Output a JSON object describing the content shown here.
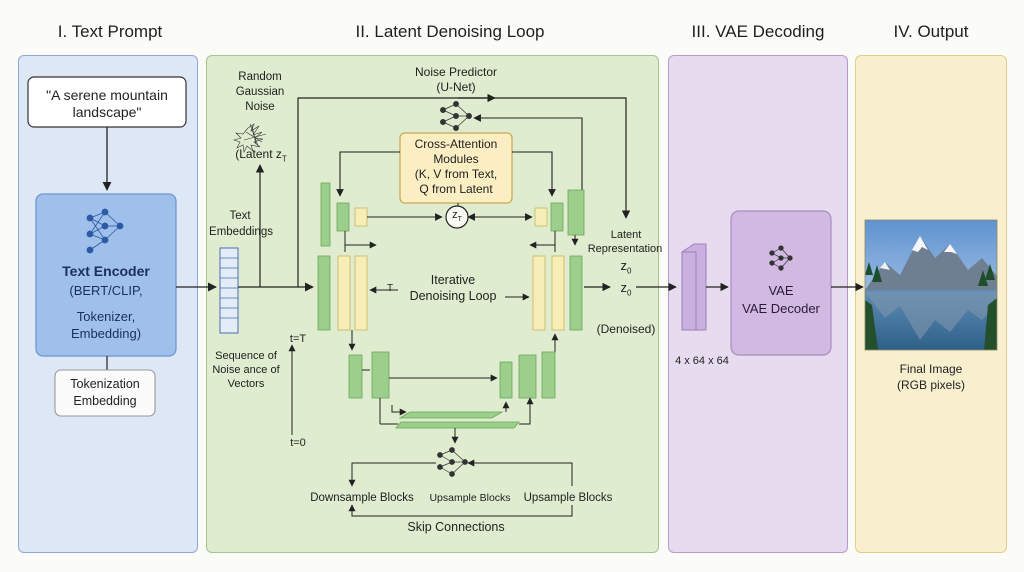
{
  "sections": {
    "text_prompt": "I. Text Prompt",
    "denoising": "II. Latent Denoising Loop",
    "vae": "III. VAE Decoding",
    "output": "IV. Output"
  },
  "text_prompt": {
    "prompt_line1": "\"A serene mountain",
    "prompt_line2": "landscape\"",
    "encoder_title": "Text Encoder",
    "encoder_line1": "(BERT/CLIP,",
    "encoder_line2": "Tokenizer,",
    "encoder_line3": "Embedding)",
    "tokenization_line1": "Tokenization",
    "tokenization_line2": "Embedding"
  },
  "denoising": {
    "noise_line1": "Random",
    "noise_line2": "Gaussian",
    "noise_line3": "Noise",
    "latent_zt": "(Latent z",
    "latent_zt_sub": "T",
    "text_emb_line1": "Text",
    "text_emb_line2": "Embeddings",
    "seq_line1": "Sequence of",
    "seq_line2": "Noise ance of",
    "seq_line3": "Vectors",
    "t_top": "t=T",
    "t_bottom": "t=0",
    "noise_predictor_line1": "Noise Predictor",
    "noise_predictor_line2": "(U-Net)",
    "cross_line1": "Cross-Attention",
    "cross_line2": "Modules",
    "cross_line3": "(K, V from Text,",
    "cross_line4": "Q from Latent",
    "zt_circle": "z",
    "zt_circle_sub": "T",
    "t_marker": "T",
    "iter_line1": "Iterative",
    "iter_line2": "Denoising Loop",
    "latent_rep_line1": "Latent",
    "latent_rep_line2": "Representation",
    "z0_a": "z",
    "z0_b": "z",
    "sub0": "0",
    "denoised": "(Denoised)",
    "downsample": "Downsample Blocks",
    "upsample_mid": "Upsample Blocks",
    "upsample_right": "Upsample Blocks",
    "skip": "Skip Connections"
  },
  "vae": {
    "dims": "4 x 64 x 64",
    "decoder_line1": "VAE",
    "decoder_line2": "VAE Decoder"
  },
  "output": {
    "caption_line1": "Final Image",
    "caption_line2": "(RGB pixels)"
  },
  "colors": {
    "panel1_bg": "#dde7f6",
    "panel1_border": "#8fa9d6",
    "panel2_bg": "#dfeccf",
    "panel2_border": "#a5c48c",
    "panel3_bg": "#e7dcef",
    "panel3_border": "#b79acb",
    "panel4_bg": "#f8efcf",
    "panel4_border": "#e0cd8d",
    "encoder_bg": "#9fc0ea",
    "block_green": "#9ccf8b",
    "block_yellow": "#f6eeb6",
    "vae_bg": "#d2b9e2"
  },
  "icons": [
    "neural-network-icon",
    "noise-texture-icon",
    "mountain-lake-image"
  ]
}
